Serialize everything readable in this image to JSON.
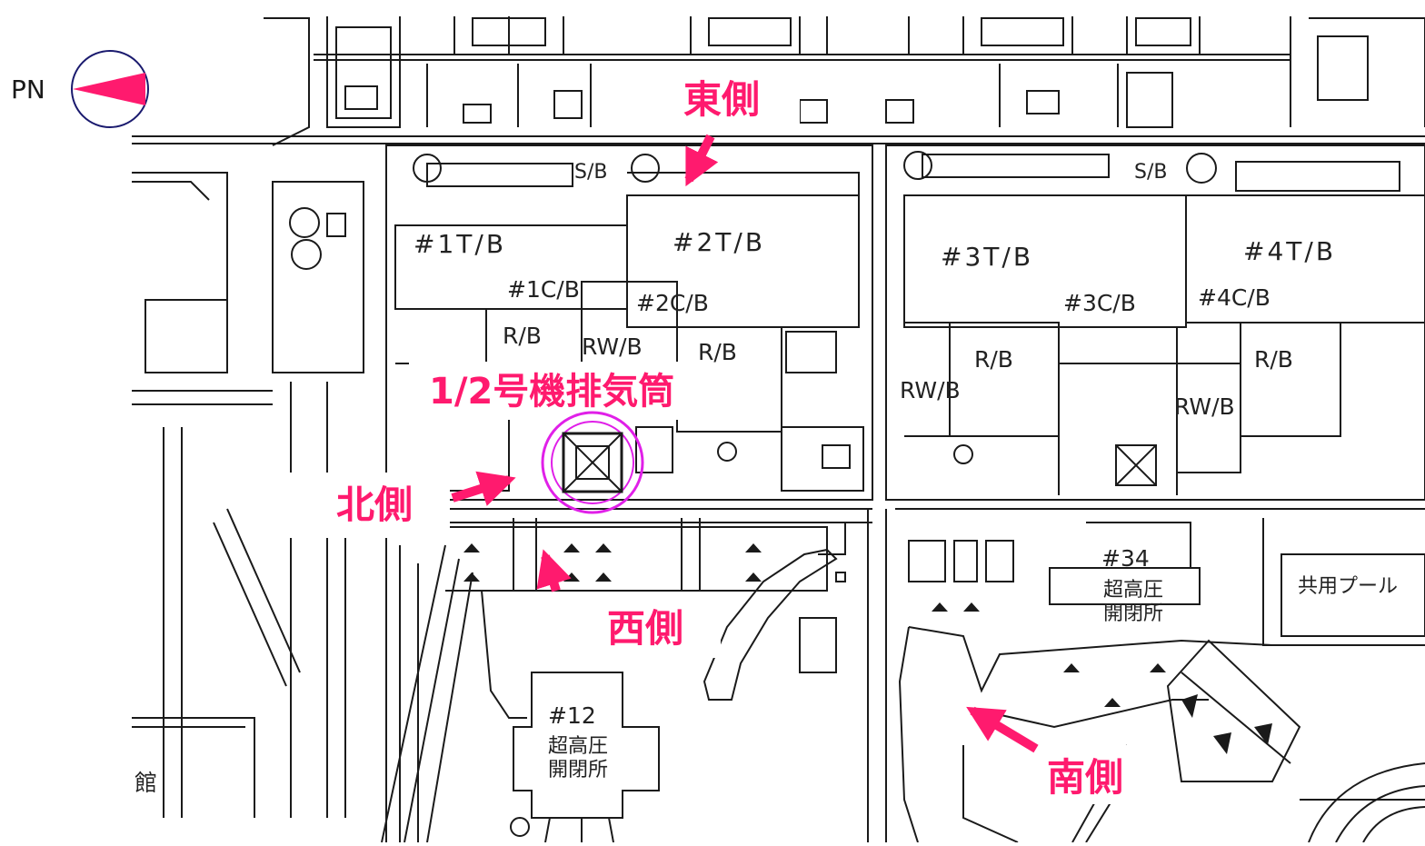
{
  "colors": {
    "accent": "#ff1a6e",
    "line": "#1a1a1a",
    "stack_ring": "#e020e8",
    "compass_ring": "#1a1a6e"
  },
  "compass": {
    "label": "PN"
  },
  "annotations": {
    "east": "東側",
    "stack": "1/2号機排気筒",
    "north": "北側",
    "west": "西側",
    "south": "南側"
  },
  "buildings": {
    "t1": "#1T/B",
    "t2": "#2T/B",
    "t3": "#3T/B",
    "t4": "#4T/B",
    "c1": "#1C/B",
    "c2": "#2C/B",
    "c3": "#3C/B",
    "c4": "#4C/B",
    "r1": "R/B",
    "r2": "R/B",
    "r3": "R/B",
    "r4": "R/B",
    "rw1": "RW/B",
    "rw3": "RW/B",
    "rw4": "RW/B",
    "sb1": "S/B",
    "sb2": "S/B"
  },
  "switchyards": [
    {
      "num": "#12",
      "line1": "超高圧",
      "line2": "開閉所"
    },
    {
      "num": "#34",
      "line1": "超高圧",
      "line2": "開閉所"
    }
  ],
  "pool_label": "共用プール",
  "partial_label": "館"
}
